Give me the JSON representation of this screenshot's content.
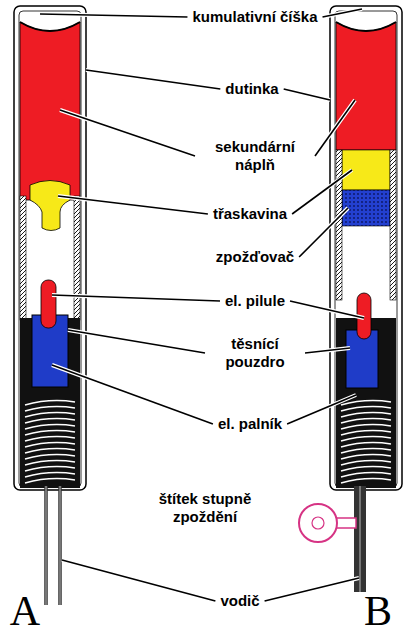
{
  "diagram": {
    "labels": [
      "kumulativní číška",
      "dutinka",
      "sekundární náplň",
      "třaskavina",
      "zpožďovač",
      "el. pilule",
      "těsnící pouzdro",
      "el. palník",
      "štítek stupně zpoždění",
      "vodič",
      "A",
      "B"
    ]
  }
}
